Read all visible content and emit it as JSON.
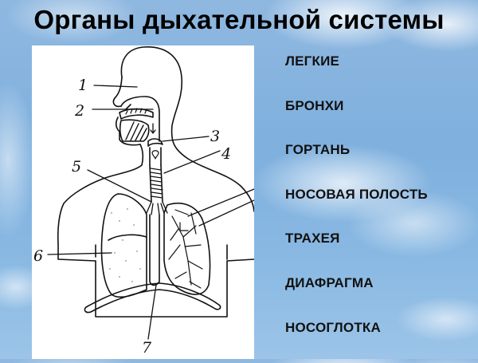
{
  "title": "Органы дыхательной системы",
  "diagram": {
    "description": "Hand-drawn schematic of the human respiratory system with numbered callouts",
    "callouts": [
      {
        "number": "1",
        "target": "nasal cavity"
      },
      {
        "number": "2",
        "target": "nasopharynx / oral region"
      },
      {
        "number": "3",
        "target": "larynx"
      },
      {
        "number": "4",
        "target": "trachea"
      },
      {
        "number": "5",
        "target": "bronchi"
      },
      {
        "number": "6",
        "target": "lung"
      },
      {
        "number": "7",
        "target": "diaphragm"
      }
    ]
  },
  "terms": [
    {
      "label": "ЛЕГКИЕ"
    },
    {
      "label": "БРОНХИ"
    },
    {
      "label": "ГОРТАНЬ"
    },
    {
      "label": "НОСОВАЯ ПОЛОСТЬ"
    },
    {
      "label": "ТРАХЕЯ"
    },
    {
      "label": "ДИАФРАГМА"
    },
    {
      "label": "НОСОГЛОТКА"
    }
  ]
}
